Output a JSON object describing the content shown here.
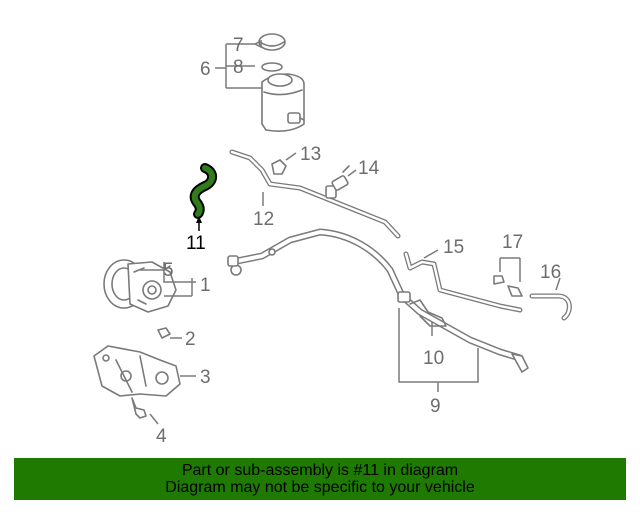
{
  "diagram": {
    "callouts": {
      "c1": "1",
      "c2": "2",
      "c3": "3",
      "c4": "4",
      "c5": "5",
      "c6": "6",
      "c7": "7",
      "c8": "8",
      "c9": "9",
      "c10": "10",
      "c11": "11",
      "c12": "12",
      "c13": "13",
      "c14": "14",
      "c15": "15",
      "c16": "16",
      "c17": "17"
    },
    "highlighted_part": "11",
    "colors": {
      "highlight_fill": "#2e7d1a",
      "line_gray": "#7a7a7a",
      "banner_bg": "#1e7a00"
    }
  },
  "banner": {
    "line1": "Part or sub-assembly is #11 in diagram",
    "line2": "Diagram may not be specific to your vehicle"
  }
}
